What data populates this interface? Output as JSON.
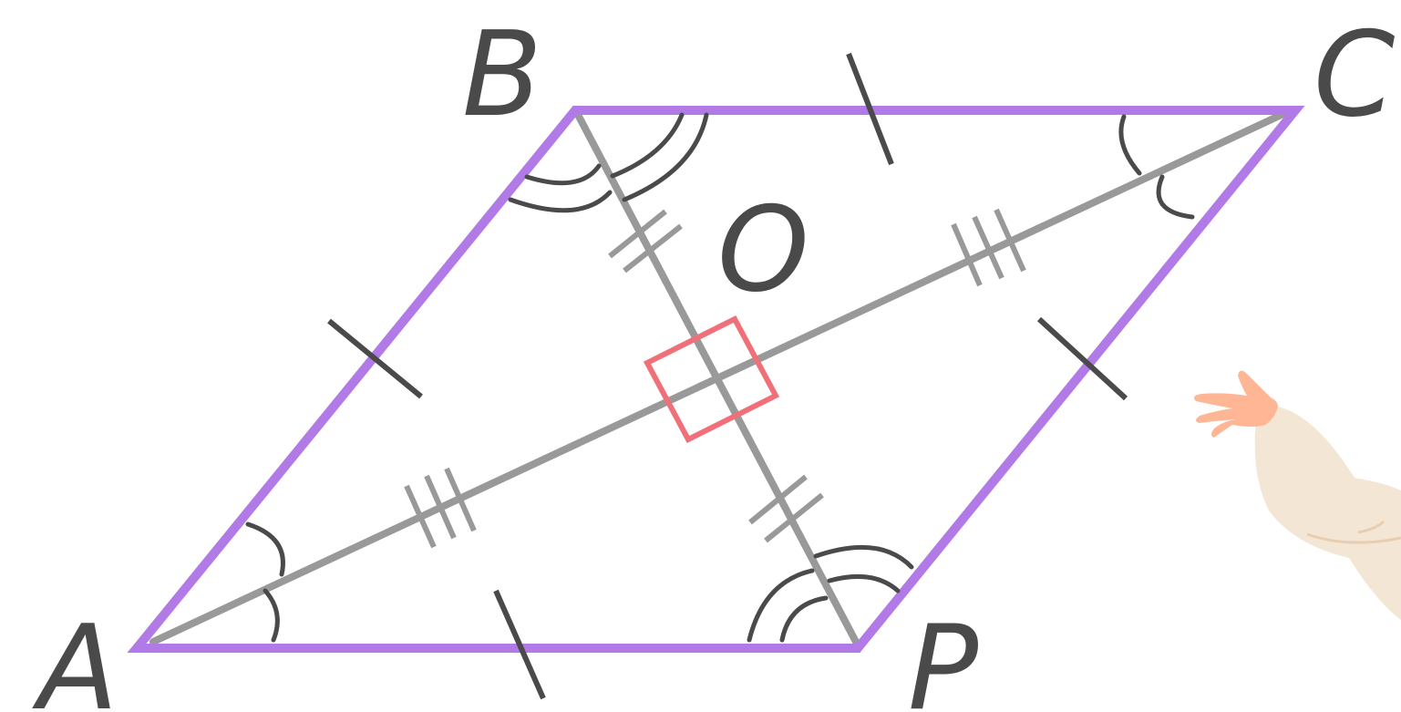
{
  "figure": {
    "vertices": {
      "A": "A",
      "B": "B",
      "C": "C",
      "P": "P"
    },
    "center": "O"
  },
  "colors": {
    "rhombus_outline": "#b27ae6",
    "diagonals": "#999999",
    "right_angle_marker": "#f0707a",
    "tick_marks_sides": "#4a4a4a",
    "tick_marks_diagonals": "#999999",
    "angle_arcs": "#4a4a4a",
    "labels": "#4a4a4a",
    "hand_skin": "#ffb695",
    "sleeve": "#f4e6d4"
  },
  "icons": [
    "pointing-hand-illustration"
  ]
}
